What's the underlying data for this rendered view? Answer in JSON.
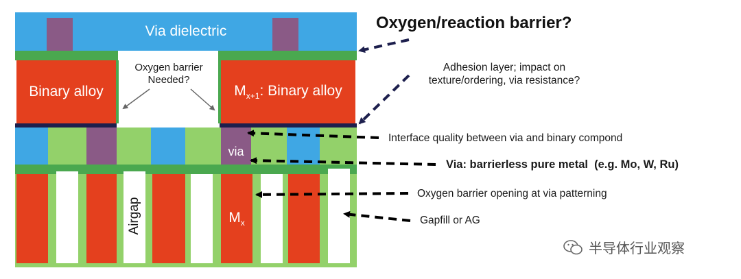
{
  "diagram": {
    "via_dielectric": "Via dielectric",
    "oxygen_barrier_needed_line1": "Oxygen barrier",
    "oxygen_barrier_needed_line2": "Needed?",
    "binary_alloy_left": "Binary alloy",
    "mx1_base": "M",
    "mx1_sub": "x+1",
    "mx1_rest": ": Binary alloy",
    "via_label": "via",
    "airgap": "Airgap",
    "mx_base": "M",
    "mx_sub": "x"
  },
  "annotations": {
    "title": "Oxygen/reaction barrier?",
    "adhesion_line1": "Adhesion layer; impact on",
    "adhesion_line2": "texture/ordering, via resistance?",
    "interface": "Interface quality between via and binary compond",
    "via_barrierless_bold": "Via: barrierless pure metal",
    "via_examples": "(e.g. Mo, W, Ru)",
    "oxygen_opening": "Oxygen barrier opening at via patterning",
    "gapfill": "Gapfill or AG"
  },
  "watermark": "半导体行业观察",
  "colors": {
    "dielectric_blue": "#3fa7e4",
    "liner_green": "#4aa84f",
    "light_green": "#93d16a",
    "metal_red": "#e4401e",
    "via_purple": "#8a5a86",
    "adhesion_navy": "#1d1f4d"
  }
}
